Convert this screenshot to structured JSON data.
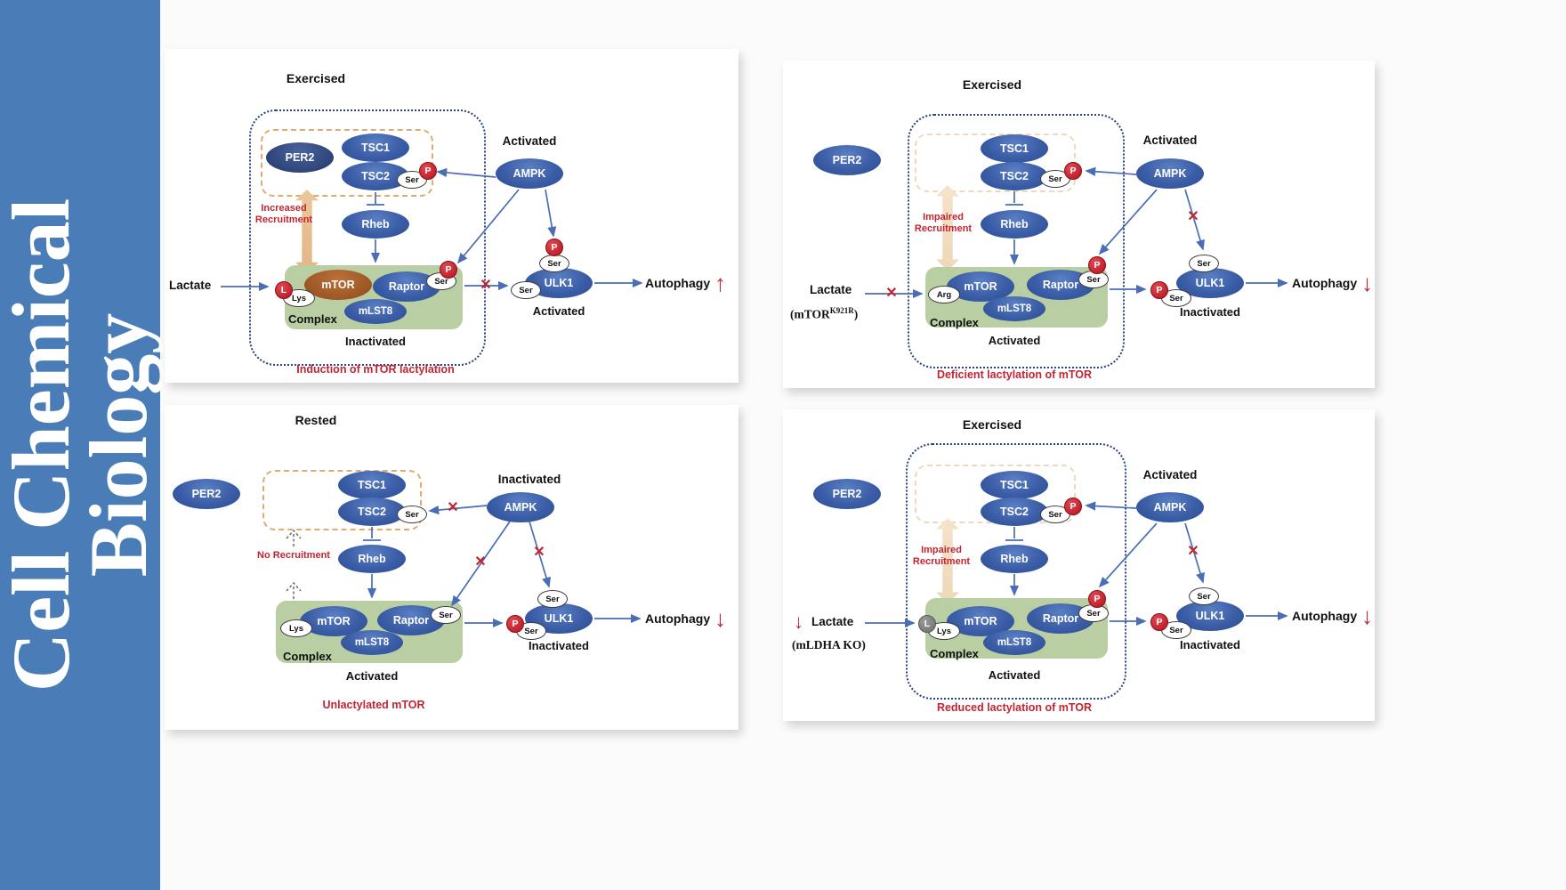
{
  "journal": {
    "line1": "Cell Chemical",
    "line2": "Biology"
  },
  "shared": {
    "per2": "PER2",
    "tsc1": "TSC1",
    "tsc2": "TSC2",
    "rheb": "Rheb",
    "ampk": "AMPK",
    "mtor": "mTOR",
    "raptor": "Raptor",
    "mlst8": "mLST8",
    "ulk1": "ULK1",
    "ser": "Ser",
    "p": "P",
    "l": "L",
    "lys": "Lys",
    "arg": "Arg",
    "lactate": "Lactate",
    "autophagy": "Autophagy",
    "complex": "Complex",
    "cross": "✕"
  },
  "panels": {
    "p1": {
      "title": "Exercised",
      "ampk_state": "Activated",
      "recruitment": "Increased Recruitment",
      "complex_state": "Inactivated",
      "ulk1_state": "Activated",
      "autophagy_dir": "↑",
      "caption": "Induction of mTOR lactylation"
    },
    "p2": {
      "title": "Exercised",
      "ampk_state": "Activated",
      "recruitment": "Impaired Recruitment",
      "complex_state": "Activated",
      "ulk1_state": "Inactivated",
      "autophagy_dir": "↓",
      "caption": "Deficient lactylation of mTOR",
      "note_pre": "(mTOR",
      "note_sup": "K921R",
      "note_post": ")"
    },
    "p3": {
      "title": "Rested",
      "ampk_state": "Inactivated",
      "recruitment": "No Recruitment",
      "complex_state": "Activated",
      "ulk1_state": "Inactivated",
      "autophagy_dir": "↓",
      "caption": "Unlactylated mTOR"
    },
    "p4": {
      "title": "Exercised",
      "ampk_state": "Activated",
      "recruitment": "Impaired Recruitment",
      "complex_state": "Activated",
      "ulk1_state": "Inactivated",
      "autophagy_dir": "↓",
      "caption": "Reduced lactylation of mTOR",
      "note": "(mLDHA KO)",
      "lactate_dir": "↓"
    }
  },
  "colors": {
    "sidebar_blue": "#4a7db8",
    "node_blue": "#3a5da6",
    "mtor_brown": "#a2592b",
    "complex_green": "#b9cfa3",
    "alert_red": "#c22531"
  }
}
